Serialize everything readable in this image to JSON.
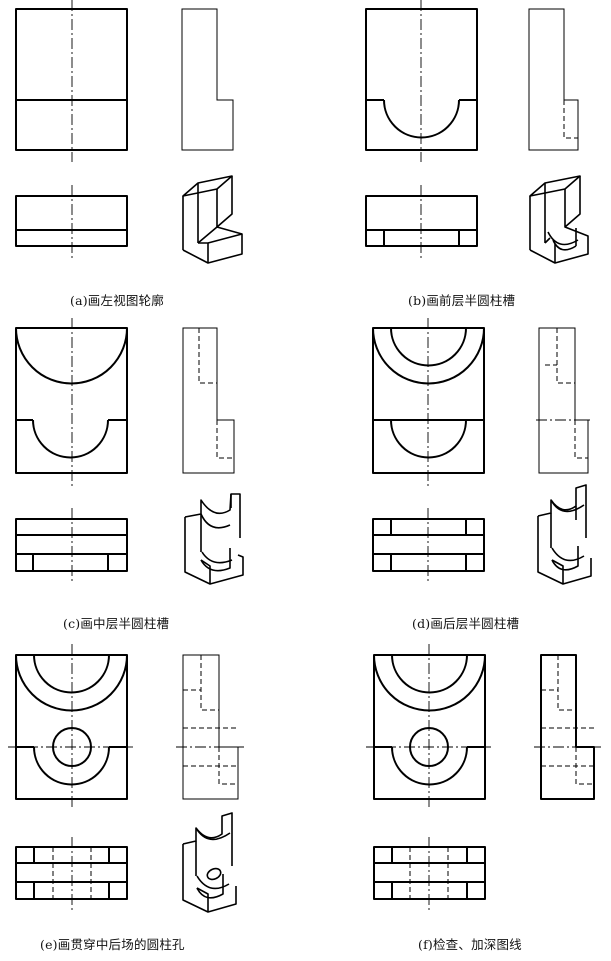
{
  "figure": {
    "panels": [
      {
        "id": "a",
        "caption": "(a)画左视图轮廓",
        "step_icon": "bracket-block-outline-icon"
      },
      {
        "id": "b",
        "caption": "(b)画前层半圆柱槽",
        "step_icon": "front-half-cylinder-slot-icon"
      },
      {
        "id": "c",
        "caption": "(c)画中层半圆柱槽",
        "step_icon": "middle-half-cylinder-slot-icon"
      },
      {
        "id": "d",
        "caption": "(d)画后层半圆柱槽",
        "step_icon": "rear-half-cylinder-slot-icon"
      },
      {
        "id": "e",
        "caption": "(e)画贯穿中后场的圆柱孔",
        "step_icon": "through-cylinder-hole-icon"
      },
      {
        "id": "f",
        "caption": "(f)检查、加深图线",
        "step_icon": "final-check-icon"
      }
    ]
  }
}
